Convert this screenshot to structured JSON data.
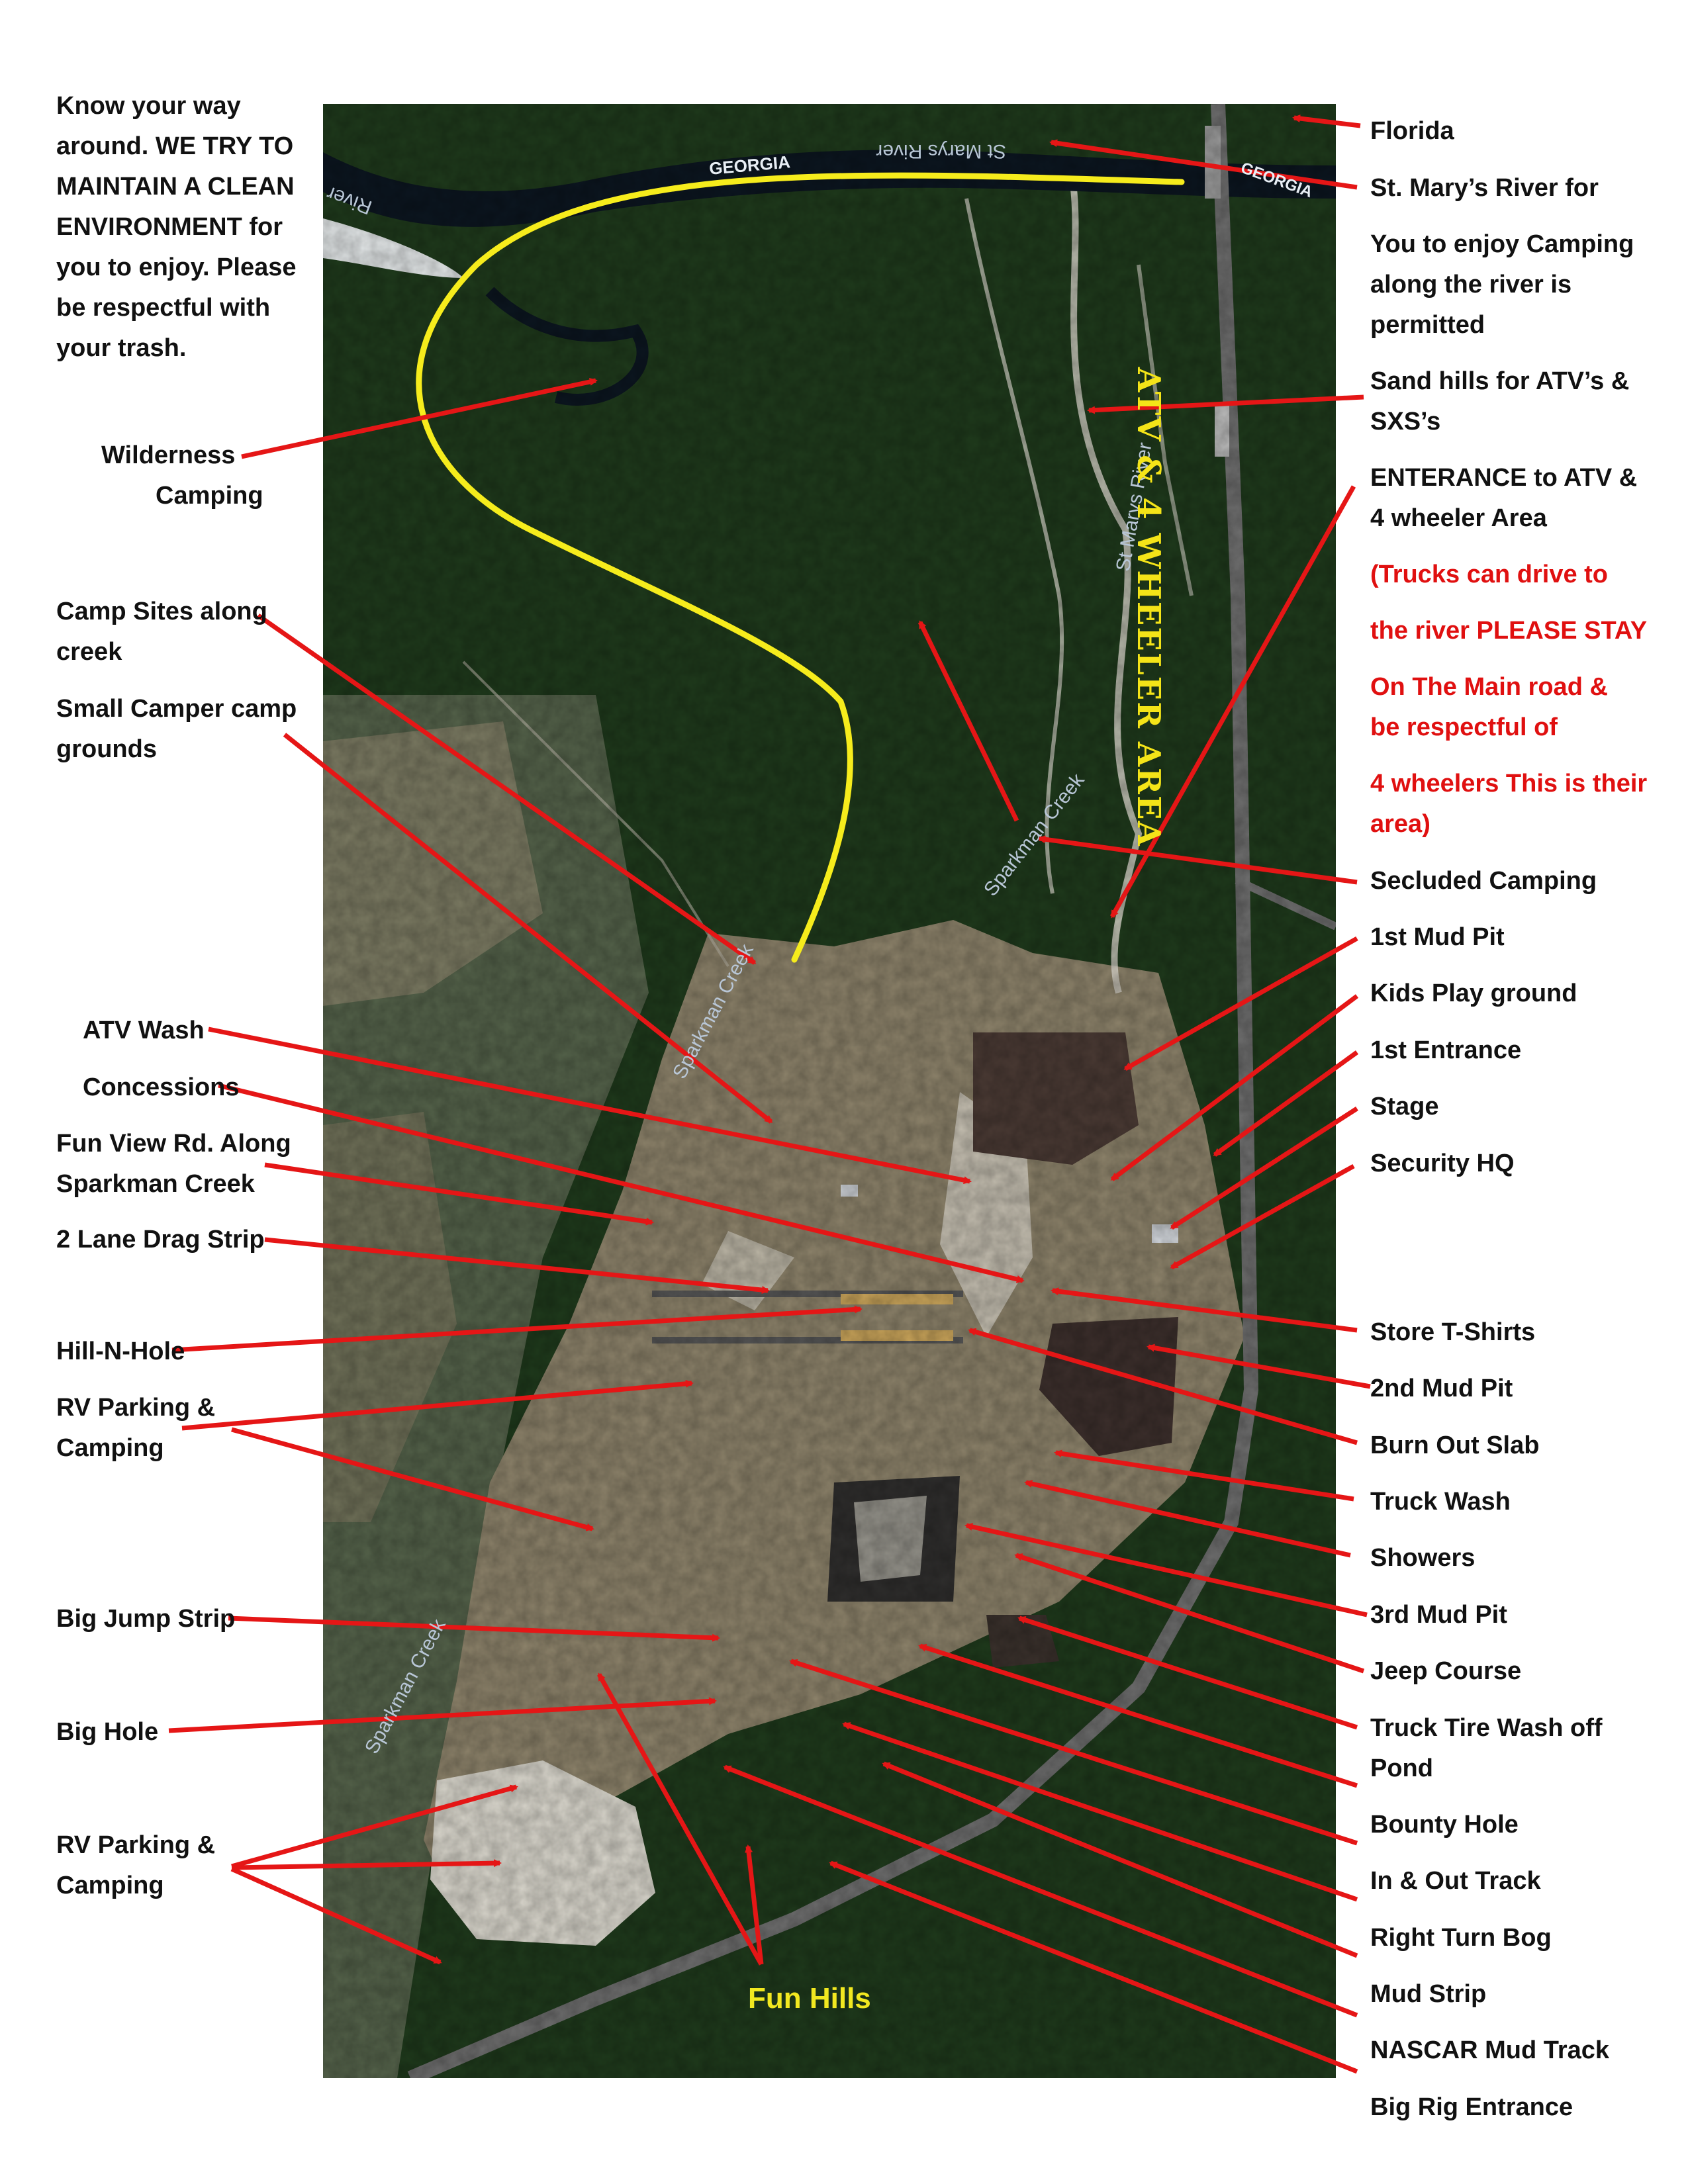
{
  "intro": "Know your way around. WE TRY TO MAINTAIN A CLEAN ENVIRONMENT for you to enjoy. Please be respectful with your trash.",
  "map_text": {
    "georgia": "GEORGIA",
    "georgia_right": "GEORGIA",
    "river_top": "St Marys River",
    "river_left": "River",
    "river_mid": "St Marys River",
    "creek_a": "Sparkman Creek",
    "creek_b": "Sparkman Creek",
    "creek_c": "Sparkman Creek",
    "atv_area": "ATV & 4 WHEELER AREA"
  },
  "fun_hills": "Fun Hills",
  "left_labels": {
    "wilderness_1": "Wilderness",
    "wilderness_2": "Camping",
    "camp_sites_1": "Camp Sites along",
    "camp_sites_2": "creek",
    "small_camper_1": "Small Camper camp",
    "small_camper_2": "grounds",
    "atv_wash": "ATV Wash",
    "concessions": "Concessions",
    "fun_view_1": "Fun View Rd. Along",
    "fun_view_2": "Sparkman Creek",
    "drag_strip": "2 Lane Drag Strip",
    "hill_n_hole": "Hill-N-Hole",
    "rv_1a": "RV Parking &",
    "rv_1b": "Camping",
    "big_jump": "Big Jump Strip",
    "big_hole": "Big Hole",
    "rv_2a": "RV Parking &",
    "rv_2b": "Camping"
  },
  "right_labels": {
    "florida": "Florida",
    "st_marys": "St. Mary’s River for",
    "enjoy_1": "You to enjoy Camping",
    "enjoy_2": "along the river is",
    "enjoy_3": "permitted",
    "sand_1": "Sand hills for ATV’s &",
    "sand_2": "SXS’s",
    "ent_1": "ENTERANCE to ATV &",
    "ent_2": "4 wheeler Area",
    "warn_1": "(Trucks can drive to",
    "warn_2": "the river PLEASE STAY",
    "warn_3": "On The Main road &",
    "warn_4": "be respectful of",
    "warn_5": "4 wheelers This is their",
    "warn_6": "area)",
    "secluded": "Secluded Camping",
    "mud1": "1st Mud Pit",
    "kids": "Kids Play ground",
    "entrance1": "1st Entrance",
    "stage": "Stage",
    "security": "Security HQ",
    "store": "Store T-Shirts",
    "mud2": "2nd Mud Pit",
    "burnout": "Burn Out Slab",
    "truckwash": "Truck Wash",
    "showers": "Showers",
    "mud3": "3rd Mud Pit",
    "jeep": "Jeep Course",
    "tire_1": "Truck Tire Wash off",
    "tire_2": "Pond",
    "bounty": "Bounty Hole",
    "inout": "In & Out Track",
    "rightturn": "Right Turn Bog",
    "mudstrip": "Mud Strip",
    "nascar": "NASCAR Mud Track",
    "bigrig": "Big Rig Entrance"
  },
  "colors": {
    "arrow": "#e51616",
    "trail": "#f6ec1c",
    "forest": "#1f3a1c",
    "clearing": "#8c826a",
    "sand": "#d9d6cc",
    "mud": "#4a3a34",
    "river": "#0c1620",
    "warning_text": "#e01010"
  }
}
